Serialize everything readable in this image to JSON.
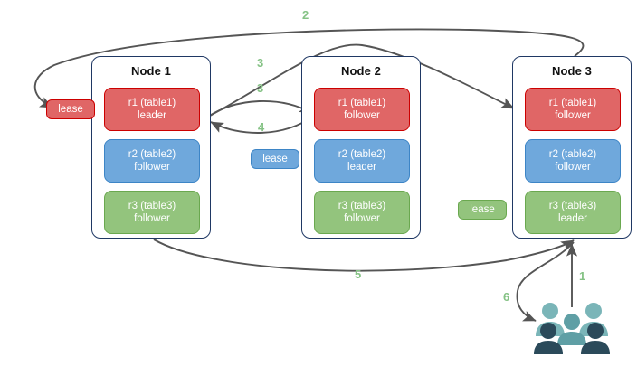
{
  "diagram": {
    "title": "Multi-node lease and replica routing diagram",
    "colors": {
      "red_fill": "#e06666",
      "red_border": "#cc0000",
      "blue_fill": "#6fa8dc",
      "blue_border": "#3d85c6",
      "green_fill": "#93c47d",
      "green_border": "#6aa84f",
      "node_border": "#1f3864",
      "arrow": "#555555",
      "step_label": "#85c285",
      "people_light": "#7ab5b8",
      "people_dark": "#2b4a5a"
    },
    "nodes": [
      {
        "title": "Node 1",
        "replicas": [
          {
            "name": "r1 (table1)",
            "role": "leader",
            "color": "red"
          },
          {
            "name": "r2 (table2)",
            "role": "follower",
            "color": "blue"
          },
          {
            "name": "r3 (table3)",
            "role": "follower",
            "color": "green"
          }
        ]
      },
      {
        "title": "Node 2",
        "replicas": [
          {
            "name": "r1 (table1)",
            "role": "follower",
            "color": "red"
          },
          {
            "name": "r2 (table2)",
            "role": "leader",
            "color": "blue"
          },
          {
            "name": "r3 (table3)",
            "role": "follower",
            "color": "green"
          }
        ]
      },
      {
        "title": "Node 3",
        "replicas": [
          {
            "name": "r1 (table1)",
            "role": "follower",
            "color": "red"
          },
          {
            "name": "r2 (table2)",
            "role": "follower",
            "color": "blue"
          },
          {
            "name": "r3 (table3)",
            "role": "leader",
            "color": "green"
          }
        ]
      }
    ],
    "leases": [
      {
        "label": "lease",
        "color": "red"
      },
      {
        "label": "lease",
        "color": "blue"
      },
      {
        "label": "lease",
        "color": "green"
      }
    ],
    "steps": [
      {
        "label": "1"
      },
      {
        "label": "2"
      },
      {
        "label": "3"
      },
      {
        "label": "3"
      },
      {
        "label": "4"
      },
      {
        "label": "5"
      },
      {
        "label": "6"
      }
    ],
    "people": {
      "name": "clients-group",
      "count": 5
    }
  }
}
